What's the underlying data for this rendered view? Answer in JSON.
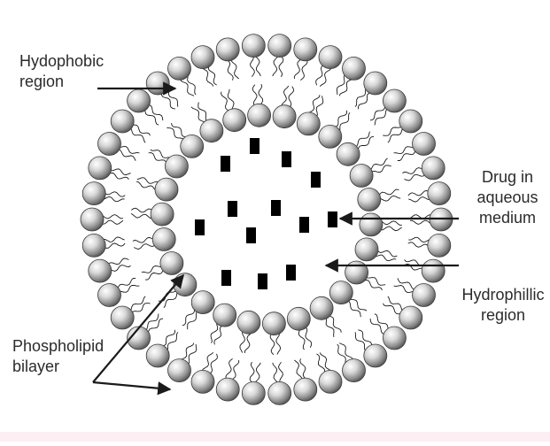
{
  "labels": {
    "hydrophobic": [
      "Hydophobic",
      "region"
    ],
    "drug": [
      "Drug in",
      "aqueous",
      "medium"
    ],
    "hydrophilic": [
      "Hydrophillic",
      "region"
    ],
    "bilayer": [
      "Phospholipid",
      "bilayer"
    ]
  },
  "colors": {
    "line": "#1a1a1a",
    "drug_square": "#000000",
    "text": "#2b2b2b"
  }
}
